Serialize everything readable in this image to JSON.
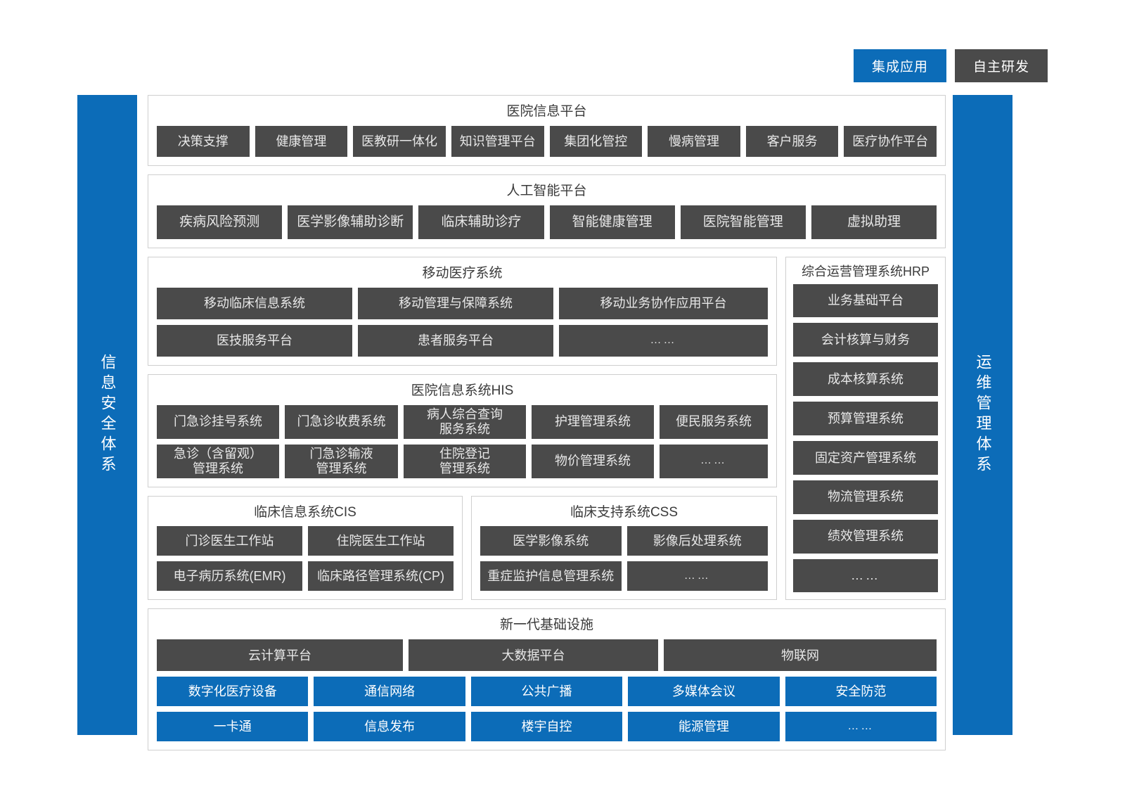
{
  "legend": [
    {
      "label": "集成应用",
      "color": "#0c6cb8",
      "kind": "integrated"
    },
    {
      "label": "自主研发",
      "color": "#4a4a4a",
      "kind": "self-developed"
    }
  ],
  "sidebars": {
    "left": "信息安全体系",
    "right": "运维管理体系"
  },
  "sections": {
    "hospital_info_platform": {
      "title": "医院信息平台",
      "items": [
        "决策支撑",
        "健康管理",
        "医教研一体化",
        "知识管理平台",
        "集团化管控",
        "慢病管理",
        "客户服务",
        "医疗协作平台"
      ]
    },
    "ai_platform": {
      "title": "人工智能平台",
      "items": [
        "疾病风险预测",
        "医学影像辅助诊断",
        "临床辅助诊疗",
        "智能健康管理",
        "医院智能管理",
        "虚拟助理"
      ]
    },
    "mobile_medical": {
      "title": "移动医疗系统",
      "row1": [
        "移动临床信息系统",
        "移动管理与保障系统",
        "移动业务协作应用平台"
      ],
      "row2": [
        "医技服务平台",
        "患者服务平台",
        "……"
      ]
    },
    "his": {
      "title": "医院信息系统HIS",
      "row1": [
        "门急诊挂号系统",
        "门急诊收费系统",
        "病人综合查询\n服务系统",
        "护理管理系统",
        "便民服务系统"
      ],
      "row2": [
        "急诊（含留观）\n管理系统",
        "门急诊输液\n管理系统",
        "住院登记\n管理系统",
        "物价管理系统",
        "……"
      ]
    },
    "cis": {
      "title": "临床信息系统CIS",
      "row1": [
        "门诊医生工作站",
        "住院医生工作站"
      ],
      "row2": [
        "电子病历系统(EMR)",
        "临床路径管理系统(CP)"
      ]
    },
    "css": {
      "title": "临床支持系统CSS",
      "row1": [
        "医学影像系统",
        "影像后处理系统"
      ],
      "row2": [
        "重症监护信息管理系统",
        "……"
      ]
    },
    "hrp": {
      "title": "综合运营管理系统HRP",
      "items": [
        "业务基础平台",
        "会计核算与财务",
        "成本核算系统",
        "预算管理系统",
        "固定资产管理系统",
        "物流管理系统",
        "绩效管理系统",
        "……"
      ]
    },
    "infrastructure": {
      "title": "新一代基础设施",
      "platforms": [
        "云计算平台",
        "大数据平台",
        "物联网"
      ],
      "row1": [
        "数字化医疗设备",
        "通信网络",
        "公共广播",
        "多媒体会议",
        "安全防范"
      ],
      "row2": [
        "一卡通",
        "信息发布",
        "楼宇自控",
        "能源管理",
        "……"
      ]
    }
  }
}
